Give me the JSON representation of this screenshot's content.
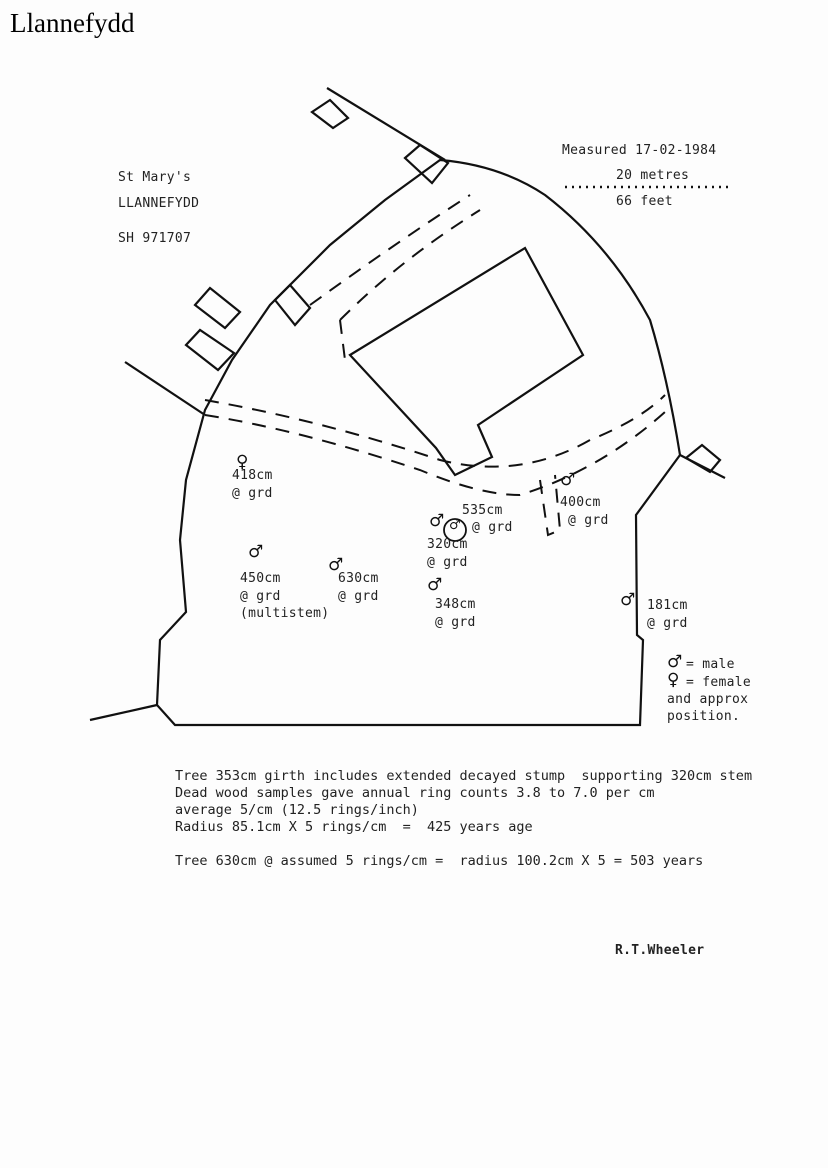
{
  "title": "Llannefydd",
  "site": {
    "name": "St Mary's",
    "place": "LLANNEFYDD",
    "grid_ref": "SH 971707"
  },
  "scale": {
    "measured": "Measured 17-02-1984",
    "metres": "20 metres",
    "feet": "66 feet"
  },
  "trees": [
    {
      "sex": "female",
      "symbol": "♀",
      "girth": "418cm",
      "at": "@ grd"
    },
    {
      "sex": "male",
      "symbol": "♂",
      "girth": "450cm",
      "at": "@ grd",
      "note": "(multistem)"
    },
    {
      "sex": "male",
      "symbol": "♂",
      "girth": "630cm",
      "at": "@ grd"
    },
    {
      "sex": "male",
      "symbol": "♂",
      "girth": "535cm",
      "at": "@ grd"
    },
    {
      "sex": "male",
      "symbol": "♂",
      "girth": "320cm",
      "at": "@ grd"
    },
    {
      "sex": "male",
      "symbol": "♂",
      "girth": "348cm",
      "at": "@ grd"
    },
    {
      "sex": "male",
      "symbol": "♂",
      "girth": "400cm",
      "at": "@ grd"
    },
    {
      "sex": "male",
      "symbol": "♂",
      "girth": "181cm",
      "at": "@ grd"
    }
  ],
  "legend": {
    "male_symbol": "♂",
    "male": "= male",
    "female_symbol": "♀",
    "female": "= female",
    "note1": "and approx",
    "note2": "position."
  },
  "notes": [
    "Tree 353cm girth includes extended decayed stump  supporting 320cm stem",
    "Dead wood samples gave annual ring counts 3.8 to 7.0 per cm",
    "average 5/cm (12.5 rings/inch)",
    "Radius 85.1cm X 5 rings/cm  =  425 years age",
    "Tree 630cm @ assumed 5 rings/cm =  radius 100.2cm X 5 = 503 years"
  ],
  "signature": "R.T.Wheeler"
}
